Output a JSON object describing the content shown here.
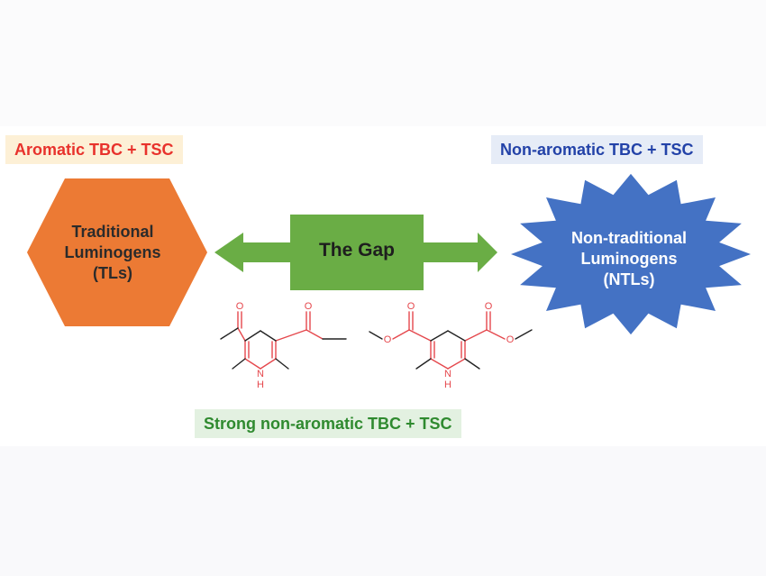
{
  "labels": {
    "aromatic": "Aromatic TBC + TSC",
    "non_aromatic": "Non-aromatic TBC + TSC",
    "strong_non_aromatic": "Strong non-aromatic TBC + TSC"
  },
  "shapes": {
    "traditional": {
      "line1": "Traditional",
      "line2": "Luminogens",
      "line3": "(TLs)",
      "color": "#ec7a34"
    },
    "non_traditional": {
      "line1": "Non-traditional",
      "line2": "Luminogens",
      "line3": "(NTLs)",
      "color": "#4472c4"
    },
    "gap": {
      "label": "The Gap",
      "color": "#6aad45"
    }
  },
  "molecules": {
    "left": {
      "atoms": {
        "o1": "O",
        "o2": "O",
        "nh": "H",
        "n": "N"
      }
    },
    "right": {
      "atoms": {
        "o1": "O",
        "o2": "O",
        "o3": "O",
        "o4": "O",
        "nh": "H",
        "n": "N"
      }
    },
    "colors": {
      "highlight": "#e5484d",
      "bond": "#222222"
    }
  }
}
